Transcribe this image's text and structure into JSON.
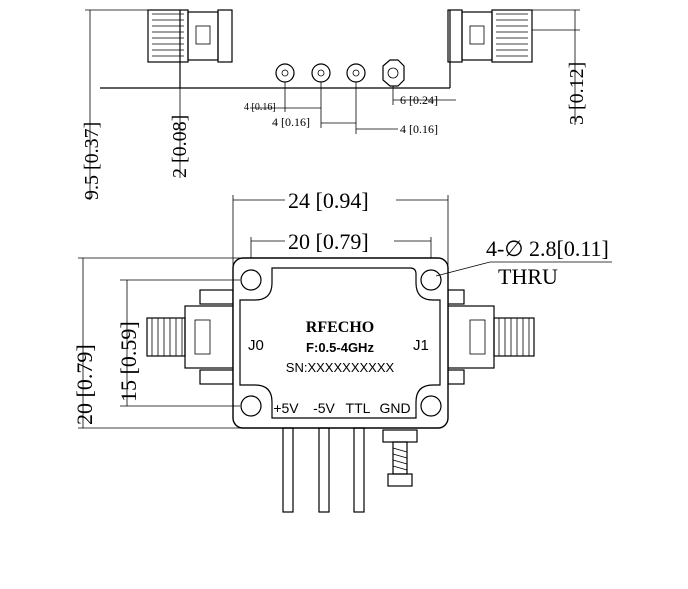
{
  "top_view": {
    "dim_height_total": "9.5 [0.37]",
    "dim_pin_offset": "2 [0.08]",
    "dim_connector_top": "3 [0.12]",
    "dim_pitch_a": "4 [0.16]",
    "dim_pitch_b": "4 [0.16]",
    "dim_pitch_c": "4 [0.16]",
    "dim_gnd_offset": "6 [0.24]"
  },
  "front_view": {
    "dim_width_total": "24 [0.94]",
    "dim_hole_spacing_x": "20 [0.79]",
    "dim_height_total": "20 [0.79]",
    "dim_hole_spacing_y": "15 [0.59]",
    "hole_note_line1": "4-∅ 2.8[0.11]",
    "hole_note_line2": "THRU"
  },
  "label": {
    "brand": "RFECHO",
    "frequency": "F:0.5-4GHz",
    "serial": "SN:XXXXXXXXXX",
    "port_in": "J0",
    "port_out": "J1",
    "pins": [
      "+5V",
      "-5V",
      "TTL",
      "GND"
    ]
  }
}
